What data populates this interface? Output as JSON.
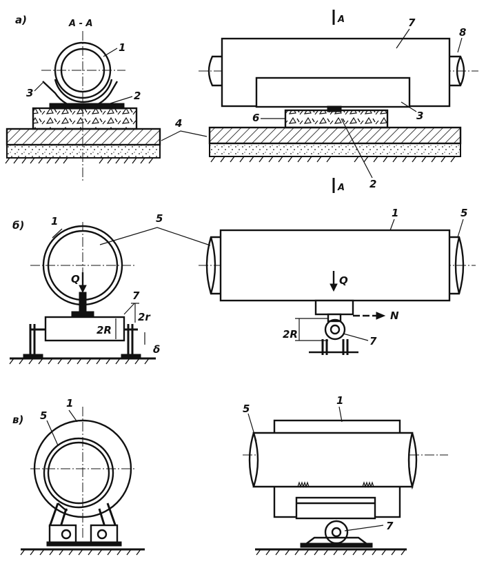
{
  "figure": {
    "panels": [
      {
        "id": "a",
        "marker": "a)",
        "section_title": "A - A",
        "section_mark_top": "A",
        "section_mark_bottom": "A",
        "callouts": [
          "1",
          "2",
          "3",
          "4",
          "6",
          "7",
          "8",
          "3",
          "2"
        ]
      },
      {
        "id": "b",
        "marker": "б)",
        "callouts": [
          "1",
          "5",
          "1",
          "5",
          "7",
          "7"
        ],
        "labels": {
          "load": "Q",
          "load_right": "Q",
          "radius_small": "2r",
          "radius_big": "2R",
          "radius_big_right": "2R",
          "offset": "δ",
          "force": "N"
        }
      },
      {
        "id": "c",
        "marker": "в)",
        "callouts": [
          "1",
          "5",
          "1",
          "5",
          "7"
        ]
      }
    ]
  }
}
